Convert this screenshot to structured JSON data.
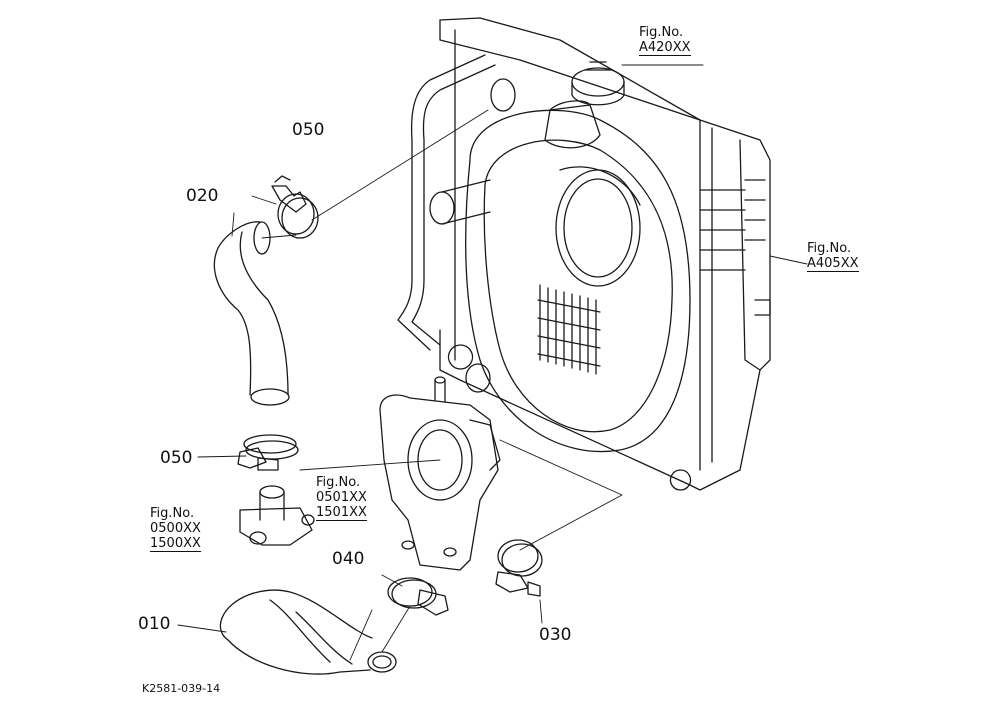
{
  "parts": {
    "p050_top": "050",
    "p020": "020",
    "p050_mid": "050",
    "p040": "040",
    "p010": "010",
    "p030": "030"
  },
  "figrefs": {
    "cap": {
      "label": "Fig.No.",
      "code": "A420XX"
    },
    "fan": {
      "label": "Fig.No.",
      "code": "A405XX"
    },
    "pump": {
      "label": "Fig.No.",
      "code1": "0501XX",
      "code2": "1501XX"
    },
    "flange": {
      "label": "Fig.No.",
      "code1": "0500XX",
      "code2": "1500XX"
    }
  },
  "drawing_code": "K2581-039-14",
  "colors": {
    "line": "#1a1a1a",
    "background": "#ffffff"
  }
}
